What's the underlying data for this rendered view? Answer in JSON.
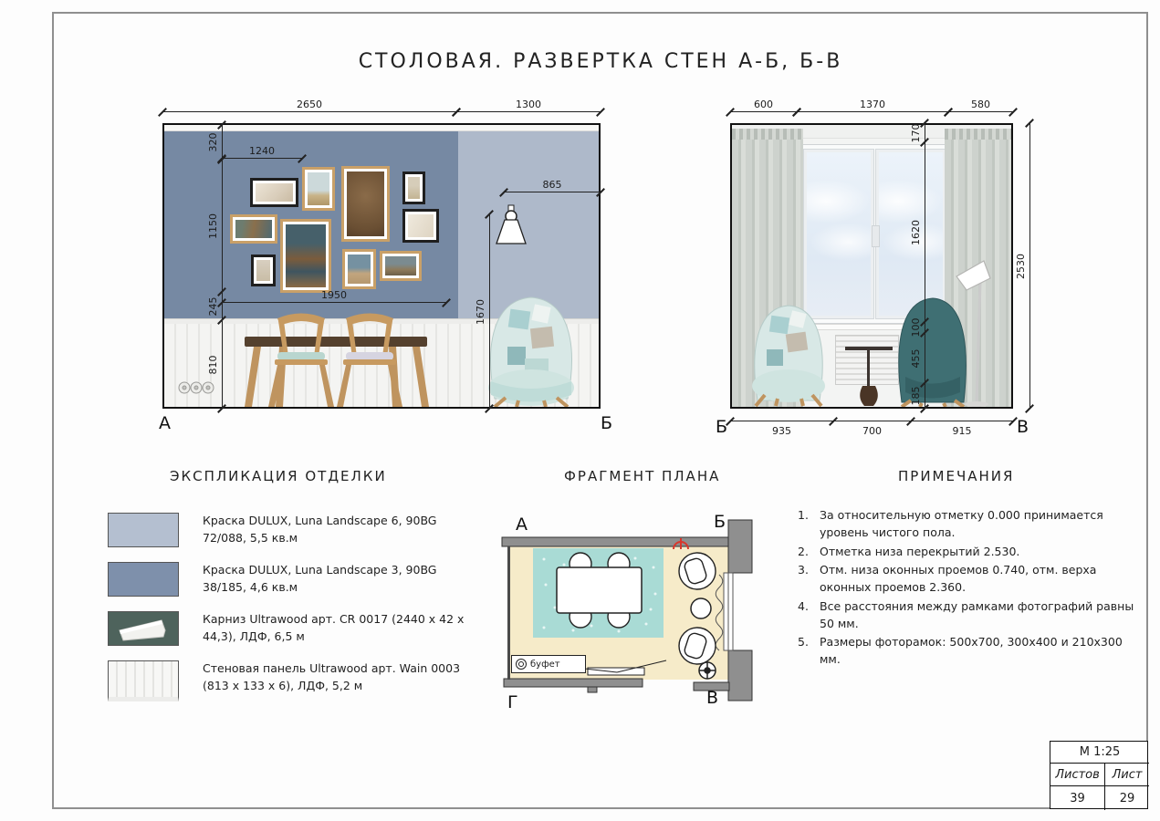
{
  "title": "СТОЛОВАЯ. РАЗВЕРТКА СТЕН А-Б, Б-В",
  "ab": {
    "label_left": "А",
    "label_right": "Б",
    "top": [
      "2650",
      "1300"
    ],
    "left": [
      "320",
      "1150",
      "245",
      "810"
    ],
    "gallery_top": "1240",
    "gallery_bottom": "1950",
    "lamp_offset": "865",
    "lamp_height": "1670"
  },
  "bv": {
    "label_left": "Б",
    "label_right": "В",
    "top": [
      "600",
      "1370",
      "580"
    ],
    "height": "2530",
    "window_top": "170",
    "window_height": "1620",
    "chair": [
      "100",
      "455",
      "185"
    ],
    "bottom": [
      "935",
      "700",
      "915"
    ]
  },
  "legend": {
    "header": "ЭКСПЛИКАЦИЯ ОТДЕЛКИ",
    "items": [
      {
        "text": "Краска DULUX, Luna Landscape 6, 90BG 72/088, 5,5 кв.м",
        "swatch": "#b4bfd0"
      },
      {
        "text": "Краска DULUX, Luna Landscape 3, 90BG 38/185, 4,6 кв.м",
        "swatch": "#7e90ab"
      },
      {
        "text": "Карниз Ultrawood арт. CR 0017 (2440 x 42 x 44,3), ЛДФ, 6,5 м",
        "swatch": "#4e635c"
      },
      {
        "text": "Стеновая панель Ultrawood арт. Wain 0003 (813 x 133 x 6), ЛДФ, 5,2 м",
        "swatch": "#f4f4f2"
      }
    ]
  },
  "plan": {
    "header": "ФРАГМЕНТ ПЛАНА",
    "corner_a": "А",
    "corner_b": "Б",
    "corner_g": "Г",
    "corner_v": "В",
    "buffet": "буфет"
  },
  "notes": {
    "header": "ПРИМЕЧАНИЯ",
    "items": [
      {
        "n": "1.",
        "text": "За относительную отметку 0.000 принимается уровень чистого пола."
      },
      {
        "n": "2.",
        "text": "Отметка низа перекрытий 2.530."
      },
      {
        "n": "3.",
        "text": "Отм. низа оконных проемов 0.740, отм. верха оконных проемов 2.360."
      },
      {
        "n": "4.",
        "text": "Все расстояния между рамками фотографий равны 50 мм."
      },
      {
        "n": "5.",
        "text": "Размеры фоторамок: 500x700, 300x400 и 210x300 мм."
      }
    ]
  },
  "stamp": {
    "scale": "М 1:25",
    "sheets_label": "Листов",
    "sheet_label": "Лист",
    "sheets": "39",
    "sheet": "29"
  },
  "colors": {
    "paint_dark": "#7689a3",
    "paint_light": "#aeb9ca",
    "rug": "#a9dbd5",
    "plan_floor": "#f6ebc9",
    "chair_teal": "#3f6f73",
    "accent_red": "#d9372c"
  }
}
